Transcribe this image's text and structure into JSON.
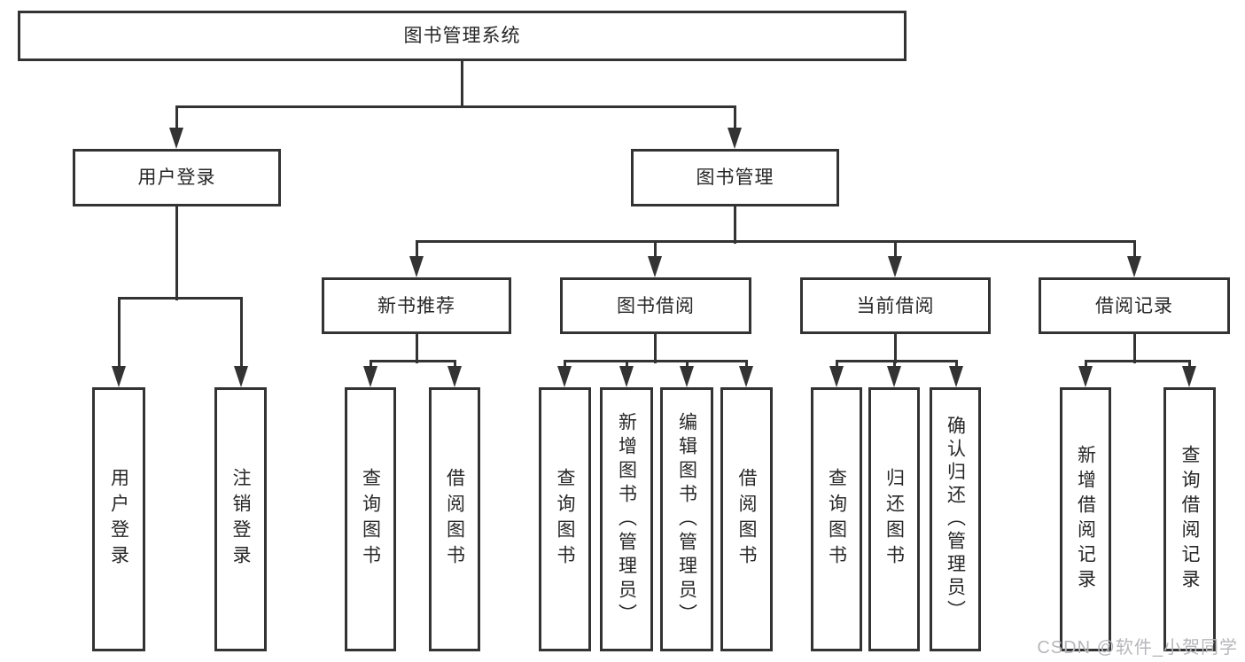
{
  "diagram": {
    "title": "图书管理系统",
    "tree": {
      "root": {
        "label": "图书管理系统"
      },
      "branches": [
        {
          "label": "用户登录",
          "children": [
            {
              "label": "用户登录"
            },
            {
              "label": "注销登录"
            }
          ]
        },
        {
          "label": "图书管理",
          "children": [
            {
              "label": "新书推荐",
              "children": [
                {
                  "label": "查询图书"
                },
                {
                  "label": "借阅图书"
                }
              ]
            },
            {
              "label": "图书借阅",
              "children": [
                {
                  "label": "查询图书"
                },
                {
                  "label": "新增图书（管理员）"
                },
                {
                  "label": "编辑图书（管理员）"
                },
                {
                  "label": "借阅图书"
                }
              ]
            },
            {
              "label": "当前借阅",
              "children": [
                {
                  "label": "查询图书"
                },
                {
                  "label": "归还图书"
                },
                {
                  "label": "确认归还（管理员）"
                }
              ]
            },
            {
              "label": "借阅记录",
              "children": [
                {
                  "label": "新增借阅记录"
                },
                {
                  "label": "查询借阅记录"
                }
              ]
            }
          ]
        }
      ]
    },
    "colors": {
      "line": "#333333",
      "box_border": "#333333",
      "text": "#272727",
      "background": "#ffffff"
    }
  },
  "watermark": {
    "text": "CSDN @软件_小贺同学",
    "color": "#b7b7bb"
  }
}
